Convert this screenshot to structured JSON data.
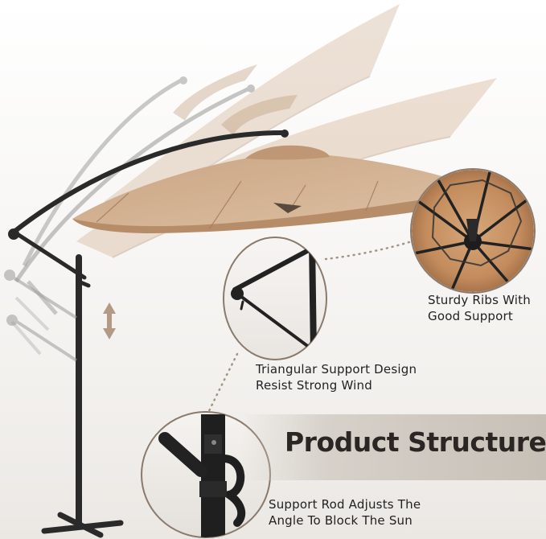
{
  "title": "Product Structure",
  "callouts": {
    "ribs": {
      "line1": "Sturdy Ribs With",
      "line2": "Good Support"
    },
    "triangle": {
      "line1": "Triangular Support Design",
      "line2": "Resist Strong Wind"
    },
    "rod": {
      "line1": "Support Rod Adjusts The",
      "line2": "Angle To Block The Sun"
    }
  },
  "colors": {
    "canopy": "#d3b293",
    "canopy_light": "#e6d4c2",
    "pole": "#2a2a2a",
    "callout_border": "#8a7a6c",
    "dotted_line": "#a39585"
  },
  "icons": [
    "height-adjust-arrow-icon"
  ]
}
